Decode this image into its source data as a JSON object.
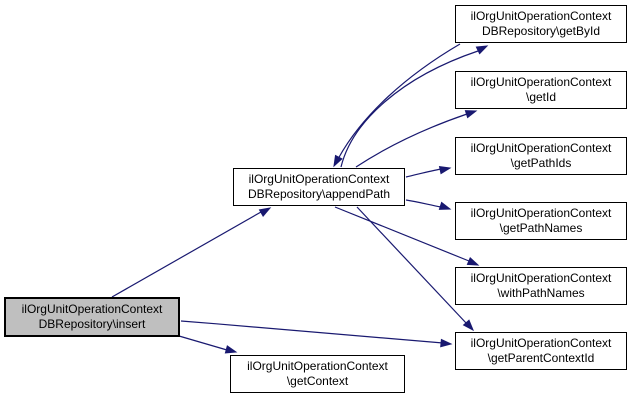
{
  "diagram": {
    "type": "call-graph",
    "background": "#ffffff",
    "edge_color": "#191970",
    "node_fill": "#ffffff",
    "node_border": "#000000",
    "highlight_fill": "#bfbfbf",
    "nodes": [
      {
        "id": "insert",
        "line1": "ilOrgUnitOperationContext",
        "line2": "DBRepository\\insert",
        "highlight": true
      },
      {
        "id": "appendPath",
        "line1": "ilOrgUnitOperationContext",
        "line2": "DBRepository\\appendPath",
        "highlight": false
      },
      {
        "id": "getContext",
        "line1": "ilOrgUnitOperationContext",
        "line2": "\\getContext",
        "highlight": false
      },
      {
        "id": "getById",
        "line1": "ilOrgUnitOperationContext",
        "line2": "DBRepository\\getById",
        "highlight": false
      },
      {
        "id": "getId",
        "line1": "ilOrgUnitOperationContext",
        "line2": "\\getId",
        "highlight": false
      },
      {
        "id": "getPathIds",
        "line1": "ilOrgUnitOperationContext",
        "line2": "\\getPathIds",
        "highlight": false
      },
      {
        "id": "getPathNames",
        "line1": "ilOrgUnitOperationContext",
        "line2": "\\getPathNames",
        "highlight": false
      },
      {
        "id": "withPathNames",
        "line1": "ilOrgUnitOperationContext",
        "line2": "\\withPathNames",
        "highlight": false
      },
      {
        "id": "getParentContextId",
        "line1": "ilOrgUnitOperationContext",
        "line2": "\\getParentContextId",
        "highlight": false
      }
    ],
    "edges": [
      {
        "from": "insert",
        "to": "appendPath"
      },
      {
        "from": "insert",
        "to": "getContext"
      },
      {
        "from": "insert",
        "to": "getParentContextId"
      },
      {
        "from": "appendPath",
        "to": "getById"
      },
      {
        "from": "getById",
        "to": "appendPath"
      },
      {
        "from": "appendPath",
        "to": "getId"
      },
      {
        "from": "appendPath",
        "to": "getPathIds"
      },
      {
        "from": "appendPath",
        "to": "getPathNames"
      },
      {
        "from": "appendPath",
        "to": "withPathNames"
      },
      {
        "from": "appendPath",
        "to": "getParentContextId"
      }
    ]
  }
}
